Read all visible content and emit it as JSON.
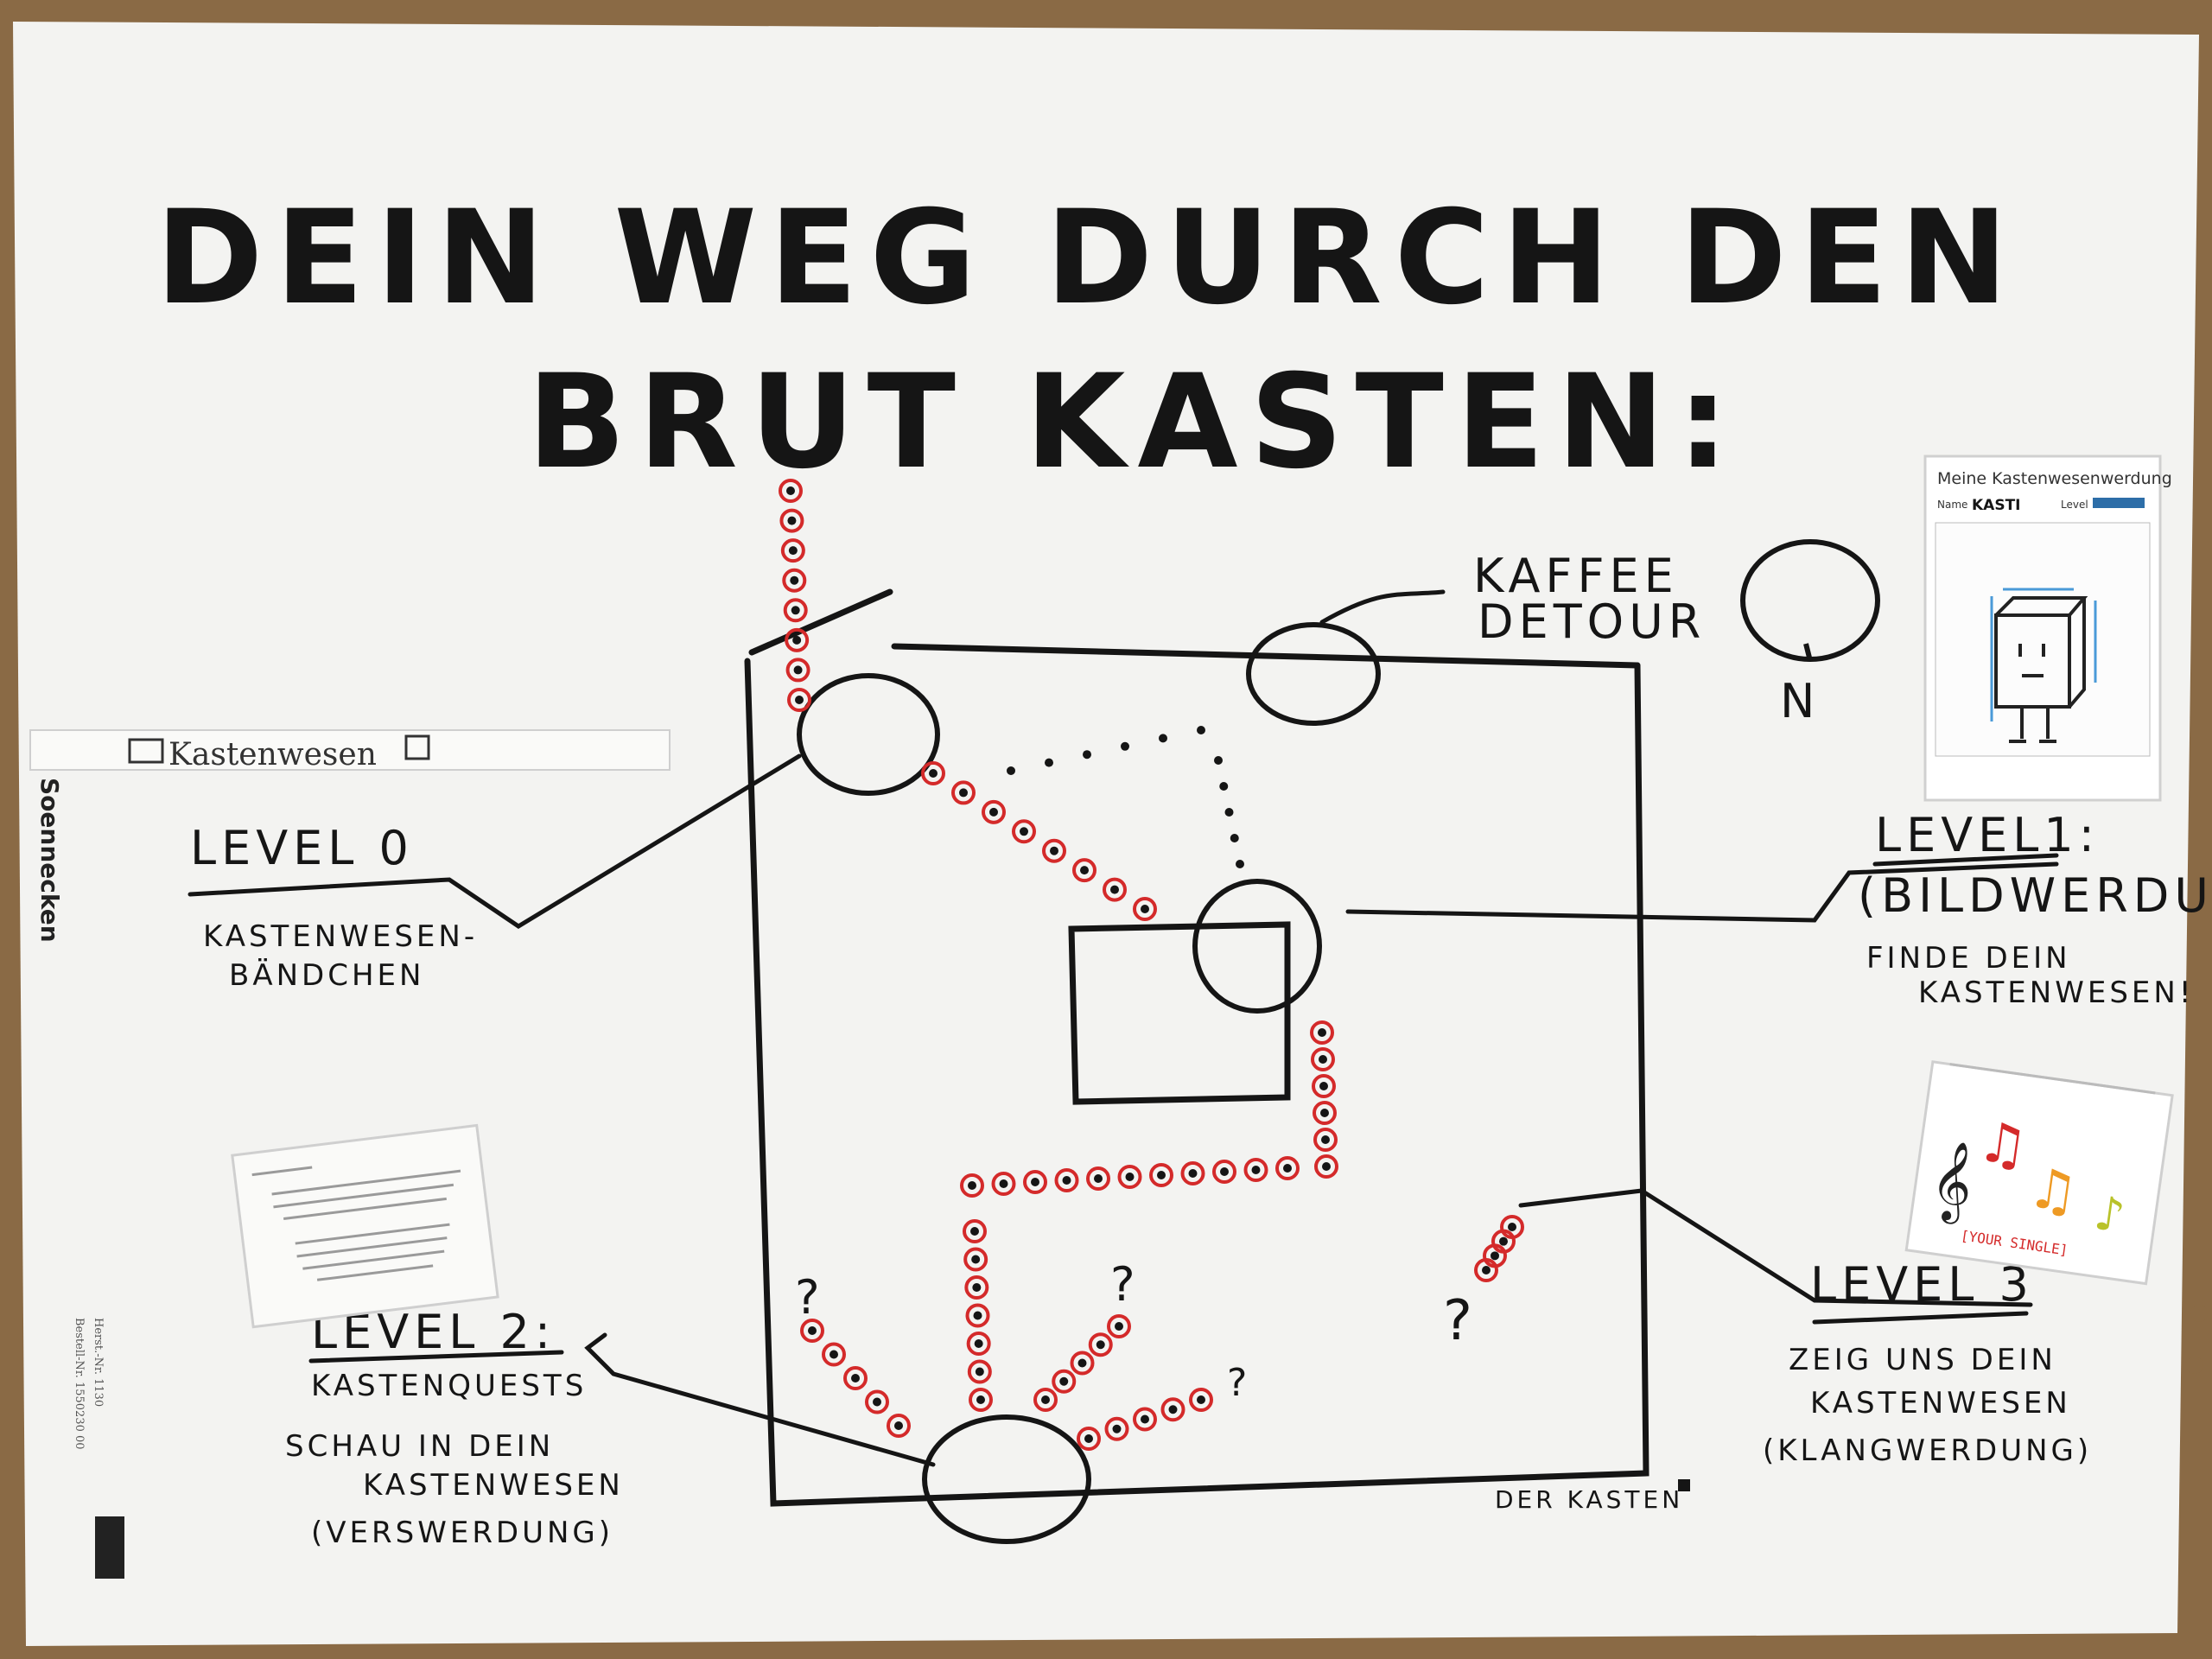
{
  "title": {
    "line1": "DEIN WEG DURCH DEN",
    "line2": "BRUT KASTEN:"
  },
  "labels": {
    "kaffee_line1": "KAFFEE",
    "kaffee_line2": "DETOUR",
    "compass": "N",
    "level0": "LEVEL 0",
    "level0_desc_line1": "KASTENWESEN-",
    "level0_desc_line2": "BÄNDCHEN",
    "level1": "LEVEL1:",
    "level1_sub": "(BILDWERDUNG)",
    "level1_desc_line1": "FINDE DEIN",
    "level1_desc_line2": "KASTENWESEN!",
    "level2": "LEVEL 2:",
    "level2_sub": "KASTENQUESTS",
    "level2_desc_line1": "SCHAU IN DEIN",
    "level2_desc_line2": "KASTENWESEN",
    "level2_desc_line3": "(VERSWERDUNG)",
    "level3": "LEVEL 3",
    "level3_desc_line1": "ZEIG UNS DEIN",
    "level3_desc_line2": "KASTENWESEN",
    "level3_desc_line3": "(KLANGWERDUNG)",
    "kasten": "DER KASTEN",
    "question": "?"
  },
  "wristband": {
    "label": "Kastenwesen"
  },
  "card": {
    "title": "Meine Kastenwesenwerdung",
    "name_label": "Name",
    "name_value": "KASTI",
    "level_label": "Level"
  },
  "note": {
    "caption": "[YOUR SINGLE]"
  },
  "paper": {
    "brand": "Soennecken",
    "order_line1": "Herst.-Nr. 1130",
    "order_line2": "Bestell-Nr. 1550230 00"
  },
  "colors": {
    "ink": "#151515",
    "red": "#d42a2a",
    "paper": "#f3f3f1",
    "board": "#8a6a45"
  }
}
